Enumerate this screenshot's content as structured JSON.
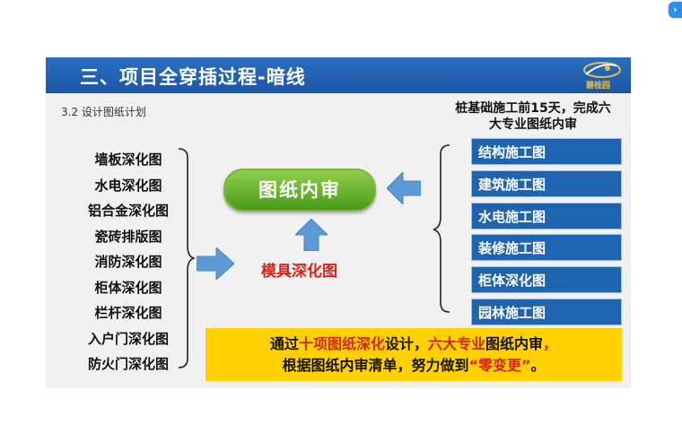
{
  "slide": {
    "title": "三、项目全穿插过程-暗线",
    "logo_text": "碧桂园",
    "subtitle": "3.2 设计图纸计划"
  },
  "left_items": [
    "墙板深化图",
    "水电深化图",
    "铝合金深化图",
    "瓷砖排版图",
    "消防深化图",
    "柜体深化图",
    "栏杆深化图",
    "入户门深化图",
    "防火门深化图"
  ],
  "center": {
    "review_label": "图纸内审",
    "mold_label": "模具深化图"
  },
  "right": {
    "heading_line1": "桩基础施工前15天，完成六",
    "heading_line2": "大专业图纸内审",
    "items": [
      "结构施工图",
      "建筑施工图",
      "水电施工图",
      "装修施工图",
      "柜体深化图",
      "园林施工图"
    ]
  },
  "banner": {
    "l1_a": "通过",
    "l1_b": "十项图纸深化",
    "l1_c": "设计，",
    "l1_d": "六大专业",
    "l1_e": "图纸内审",
    "l1_f": "，",
    "l2_a": "根据图纸内审清单，努力做到",
    "l2_b": "“零变更”",
    "l2_c": "。"
  },
  "colors": {
    "title_bar": "#1f5fae",
    "pill_green": "#5aa825",
    "box_blue": "#1f64b0",
    "banner_yellow": "#ffd100",
    "accent_red": "#d4241a",
    "arrow_blue": "#5b9bd5"
  },
  "icons": {
    "edge_button": "chevron-icon"
  }
}
